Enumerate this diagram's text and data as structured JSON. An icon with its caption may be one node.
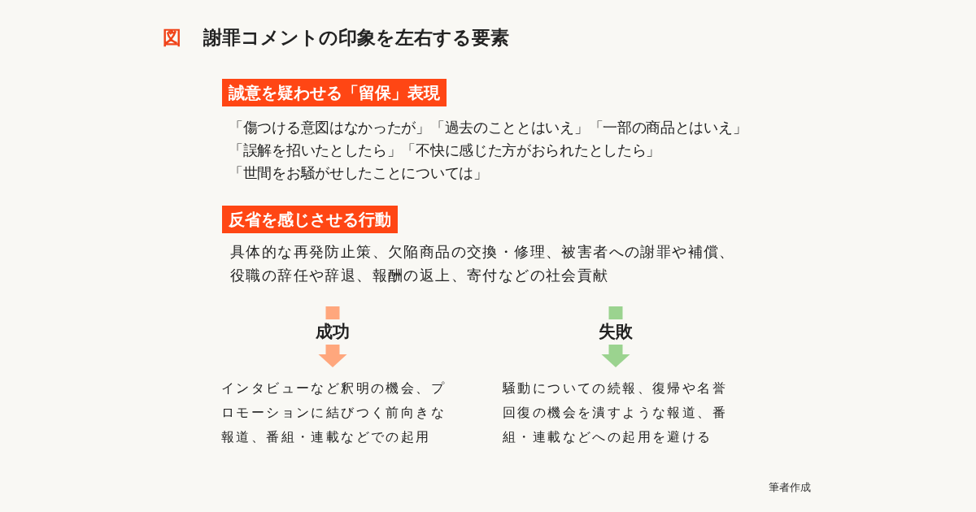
{
  "diagram": {
    "title": "謝罪コメントの印象を左右する要素",
    "nodes": [
      {
        "text": [
          "誠意を疑わせる「留保」表現"
        ],
        "beside": [
          "「傷つける意図はなかったが」「過去のこととはいえ」「一部の商品とはいえ」",
          "「誤解を招いたとしたら」「不快に感じた方がおられたとしたら」",
          "「世間をお騒がせしたことについては」"
        ]
      },
      {
        "text": [
          "反省を感じさせる行動"
        ],
        "beside": [
          "具体的な再発防止策、欠陥商品の交換・修理、被害者への謝罪や補償、役職の辞任や辞退、報酬の返上、寄付などの社会貢献"
        ]
      },
      {
        "text": [
          "インタビューなど釈明の機会、プロモーションに結びつく前向きな報道、番組・連載などでの起用"
        ]
      },
      {
        "text": [
          "騒動についての続報、復帰や名誉回復の機会を潰すような報道、番組・連載などへの起用を避ける"
        ]
      }
    ],
    "edges": [
      {
        "from": null,
        "to": 2,
        "arrow": "to",
        "label": "成功",
        "color": "#ffa77d"
      },
      {
        "from": null,
        "to": 3,
        "arrow": "to",
        "label": "失敗",
        "color": "#9bd38f"
      }
    ],
    "labels": [
      "図",
      "筆者作成"
    ]
  }
}
